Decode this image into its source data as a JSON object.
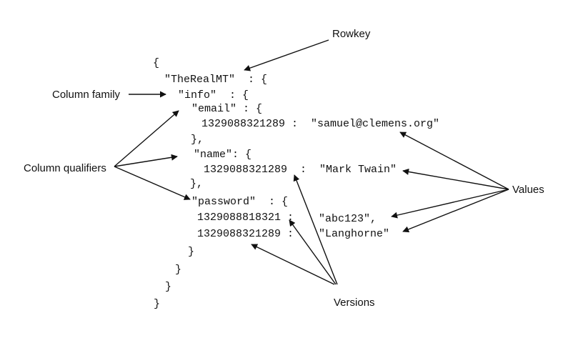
{
  "labels": {
    "rowkey": "Rowkey",
    "column_family": "Column family",
    "column_qualifiers": "Column qualifiers",
    "values": "Values",
    "versions": "Versions"
  },
  "code_lines": [
    "{",
    "\"TheRealMT\"  : {",
    "\"info\"  : {",
    "\"email\" : {",
    "1329088321289 :  \"samuel@clemens.org\"",
    "},",
    "\"name\": {",
    "1329088321289  :  \"Mark Twain\"",
    "},",
    "\"password\"  : {",
    "1329088818321 :",
    "\"abc123\",",
    "1329088321289 :",
    "\"Langhorne\"",
    "}",
    "}",
    "}",
    "}"
  ],
  "colors": {
    "ink": "#111111",
    "background": "#ffffff"
  }
}
